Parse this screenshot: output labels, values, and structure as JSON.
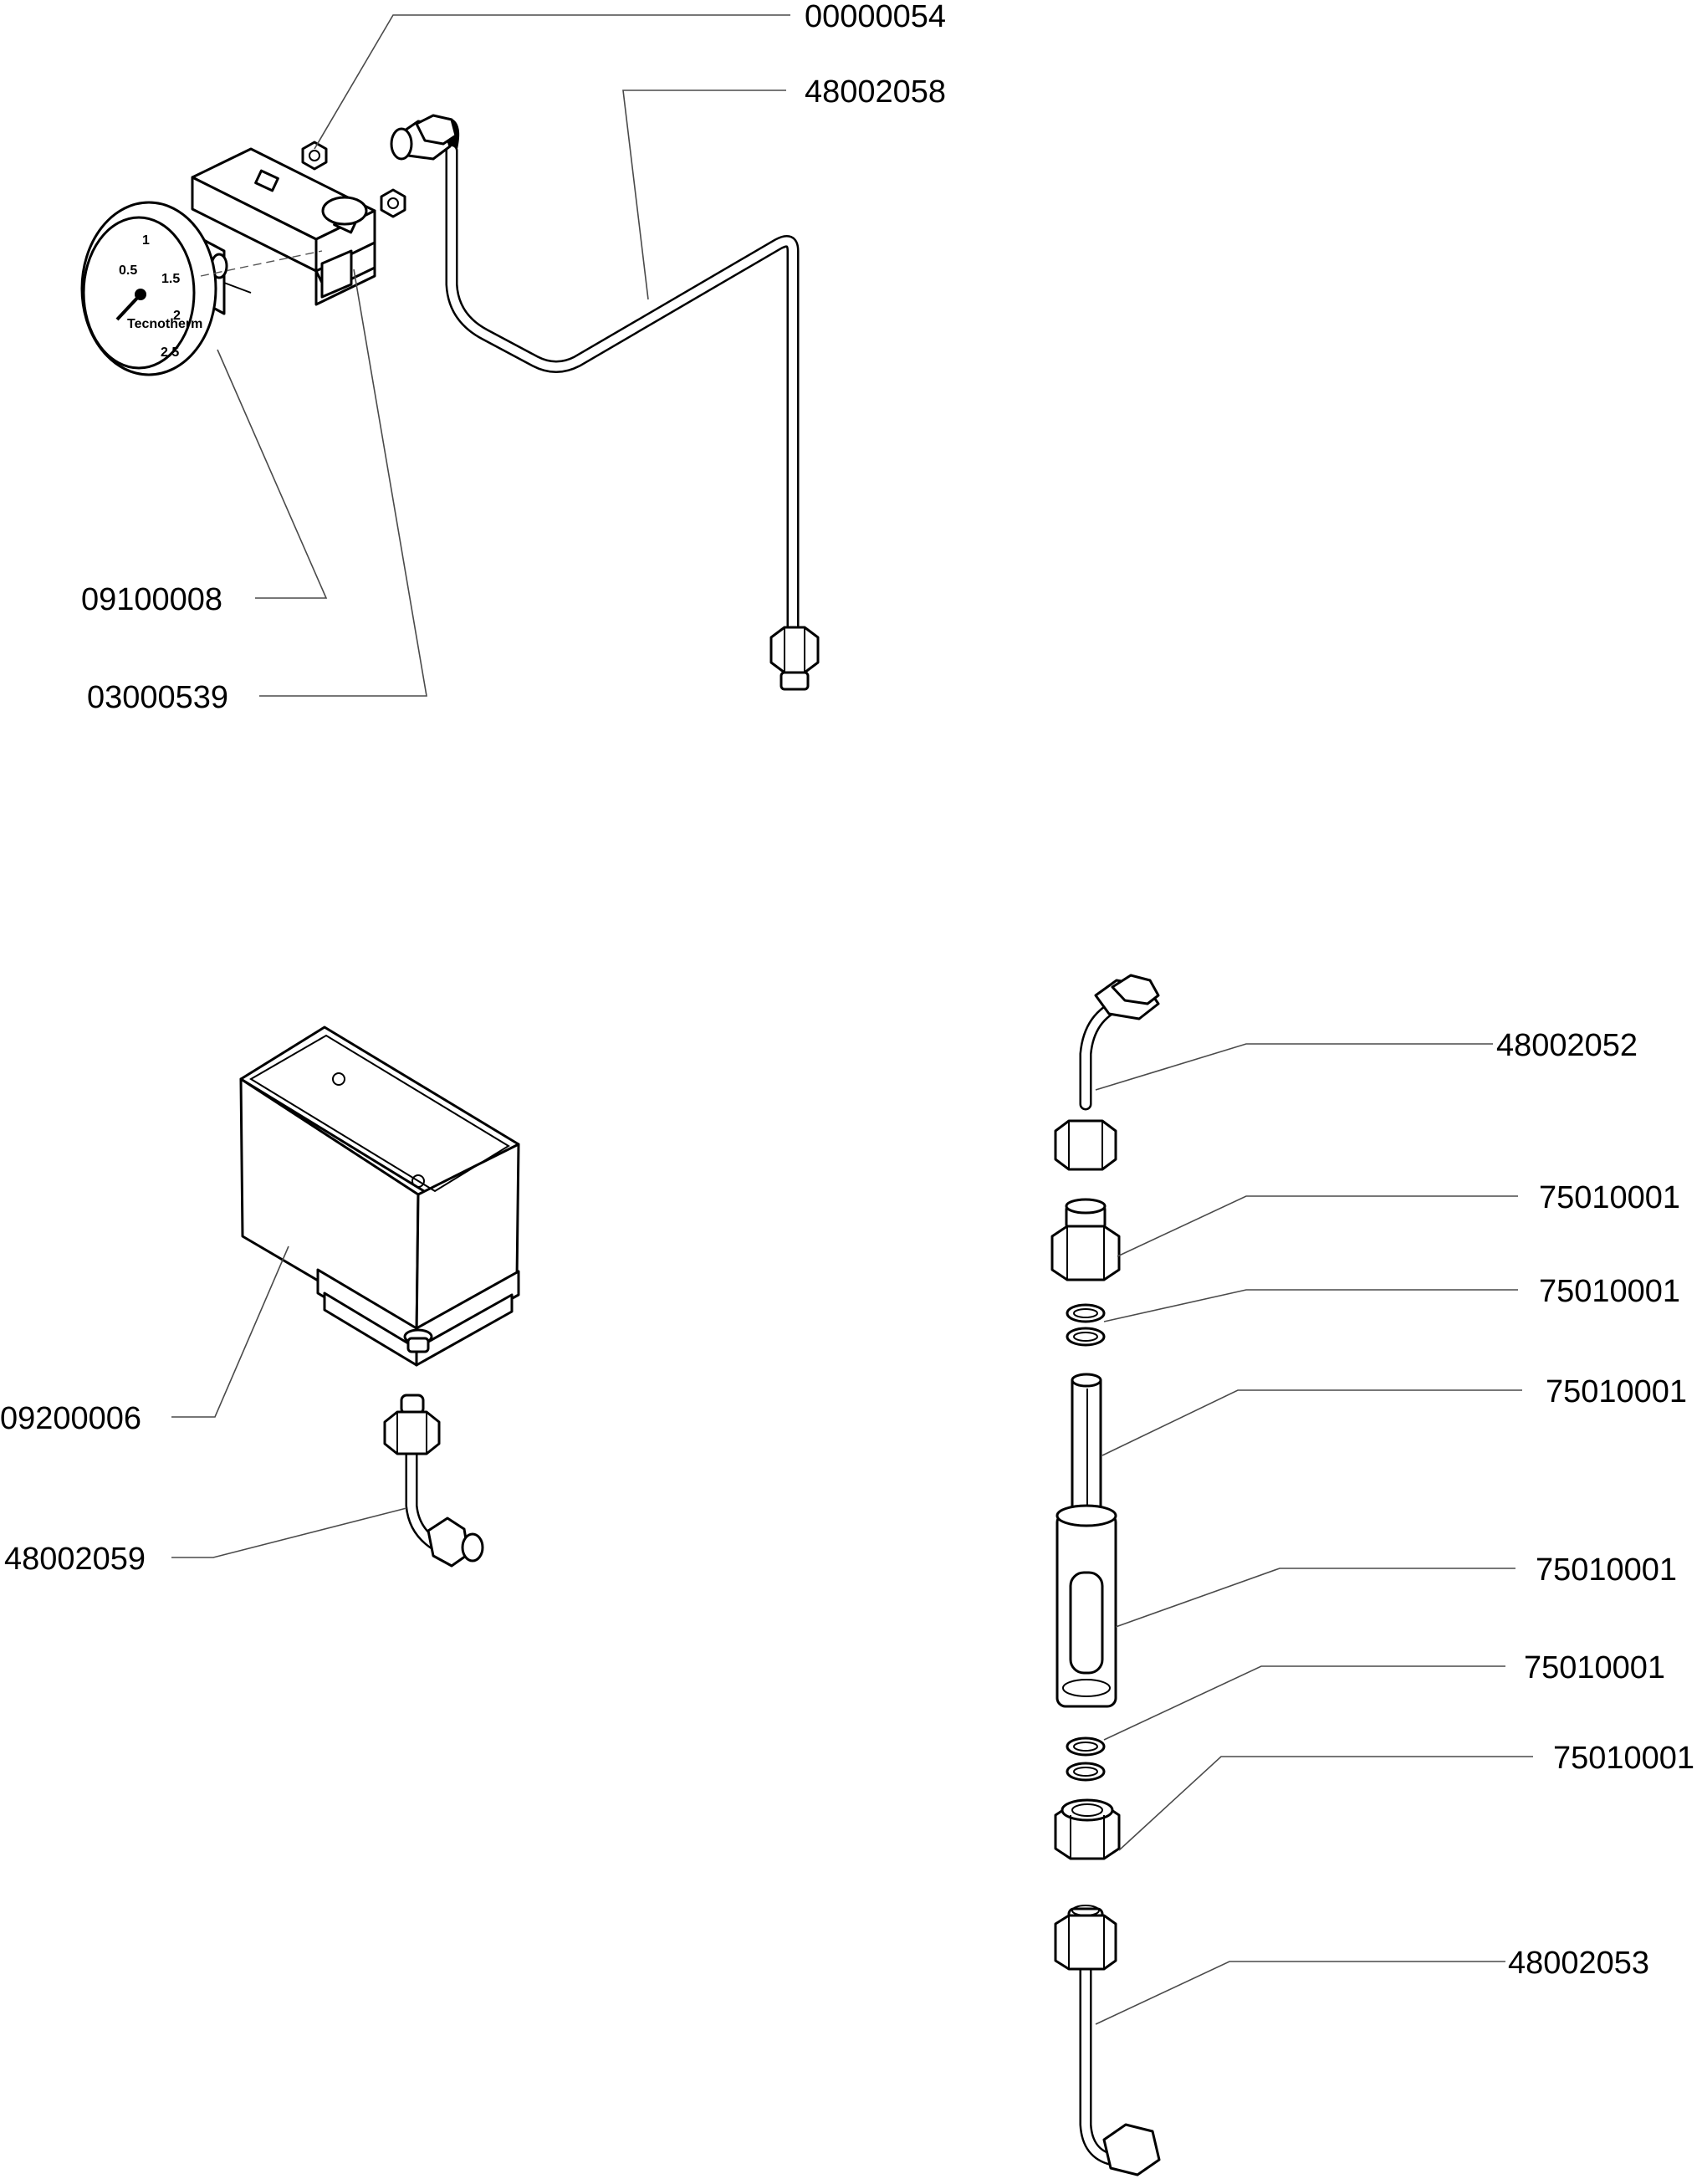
{
  "callouts": {
    "c1": "00000054",
    "c2": "48002058",
    "c3": "09100008",
    "c4": "03000539",
    "c5": "48002052",
    "c6": "75010001",
    "c7": "75010001",
    "c8": "75010001",
    "c9": "09200006",
    "c10": "48002059",
    "c11": "75010001",
    "c12": "75010001",
    "c13": "75010001",
    "c14": "48002053"
  }
}
